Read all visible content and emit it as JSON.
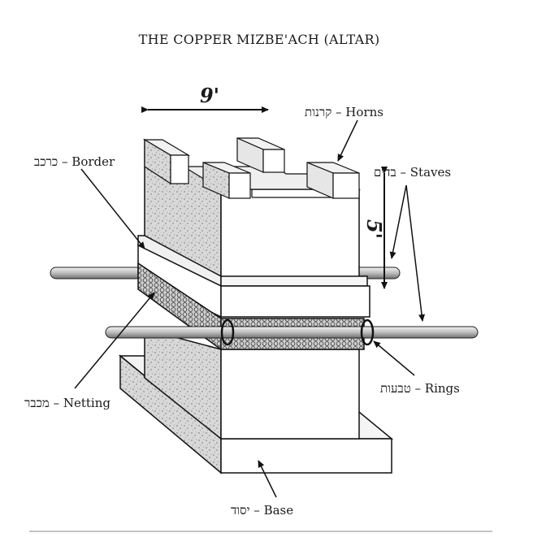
{
  "title": "THE COPPER MIZBE'ACH (ALTAR)",
  "dimensions": {
    "width": "9'",
    "height": "5'"
  },
  "labels": {
    "horns": "קרנות – Horns",
    "staves": "בדים – Staves",
    "border": "כרכב – Border",
    "netting": "מכבר – Netting",
    "rings": "טבעות – Rings",
    "base": "יסוד – Base"
  }
}
